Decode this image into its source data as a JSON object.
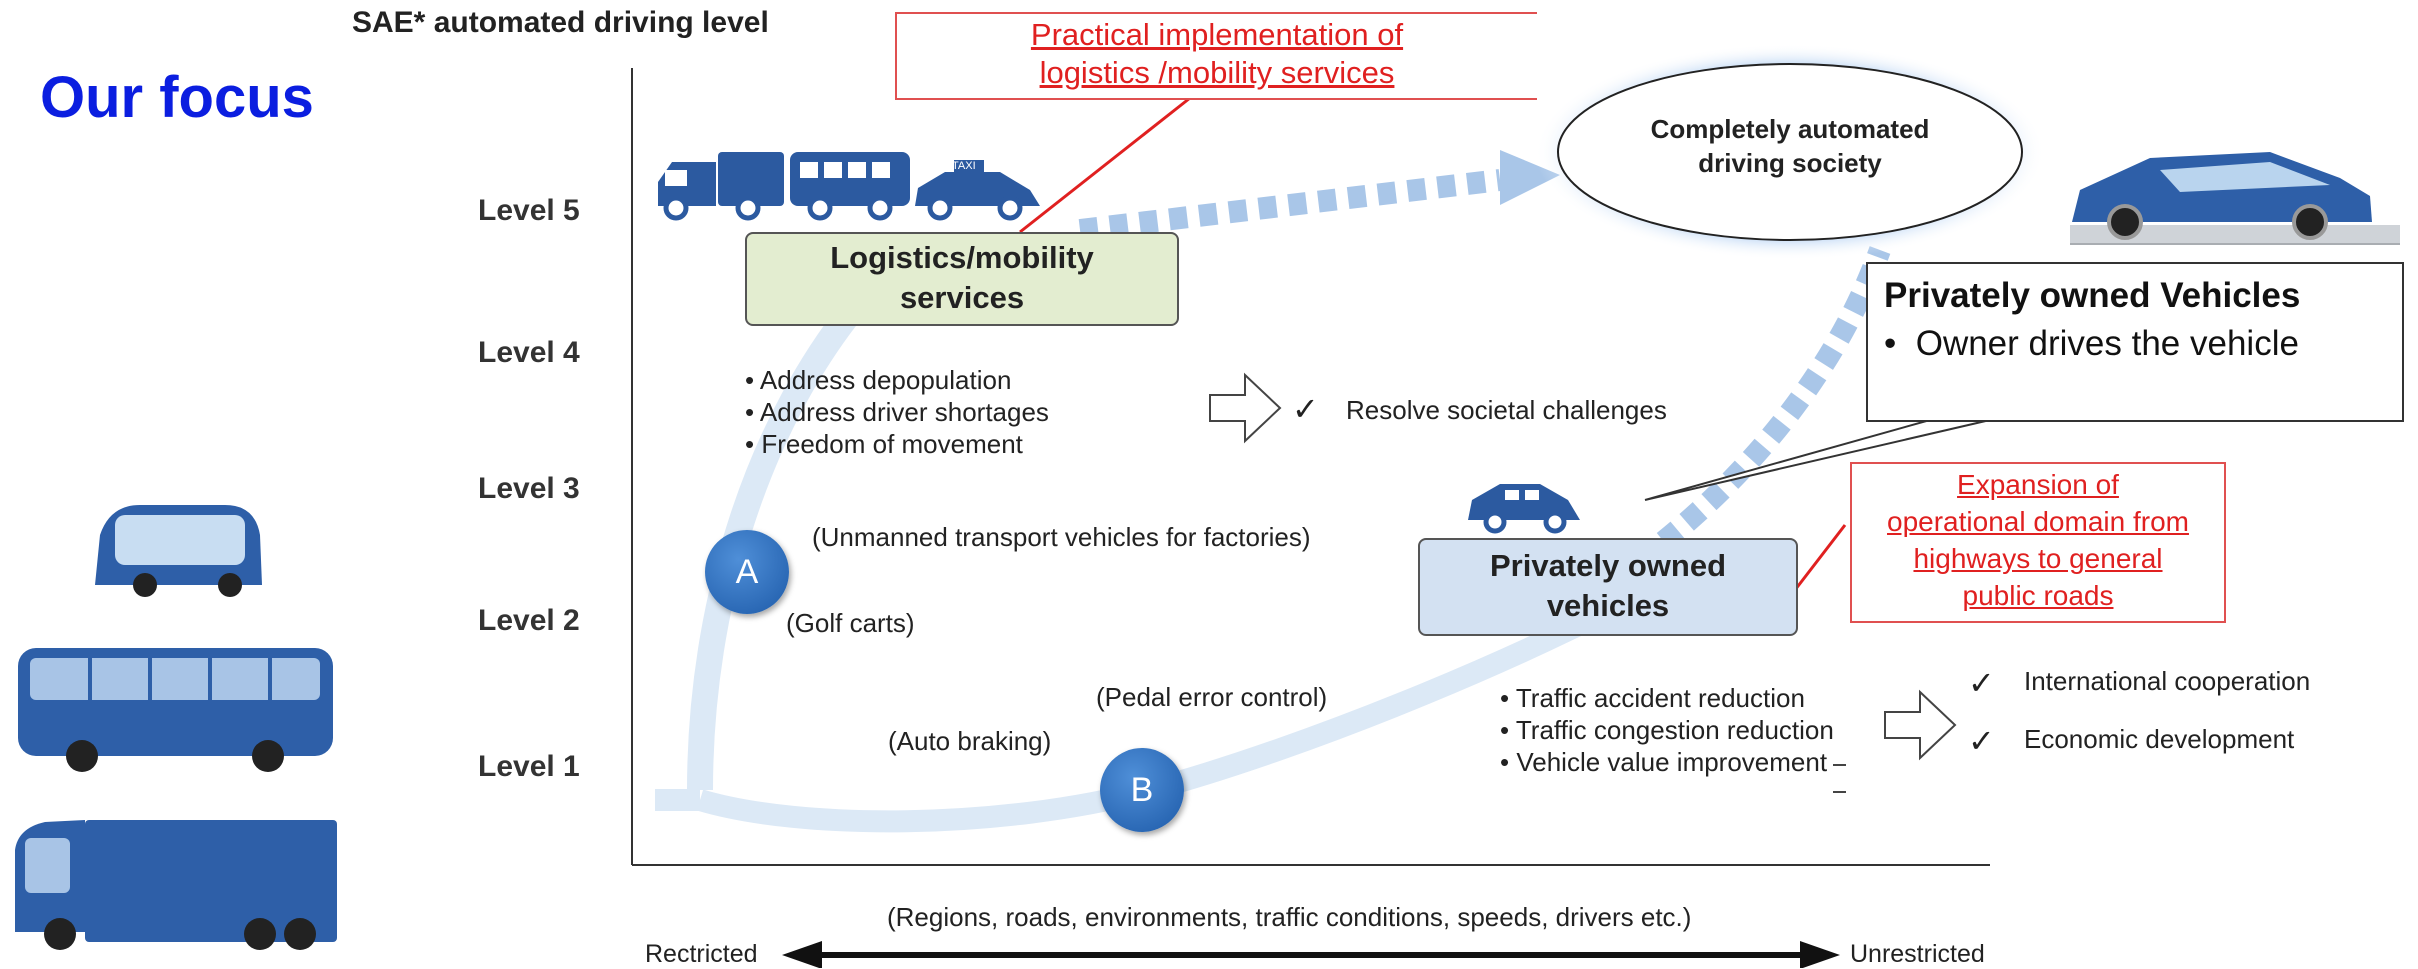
{
  "header": {
    "focus_label": "Our focus",
    "yaxis_title": "SAE* automated driving level"
  },
  "levels": [
    "Level 5",
    "Level 4",
    "Level 3",
    "Level 2",
    "Level 1"
  ],
  "top_callout": {
    "line1": "Practical implementation of",
    "line2": "logistics /mobility services"
  },
  "society_ellipse": {
    "line1": "Completely automated",
    "line2": "driving society"
  },
  "logistics_box": {
    "line1": "Logistics/mobility",
    "line2": "services"
  },
  "logistics_bullets": [
    "Address depopulation",
    "Address driver shortages",
    "Freedom of movement"
  ],
  "resolve_text": "Resolve societal challenges",
  "private_callout": {
    "title": "Privately owned Vehicles",
    "bullet": "Owner drives the vehicle"
  },
  "private_box": {
    "line1": "Privately owned",
    "line2": "vehicles"
  },
  "expansion_callout": {
    "line1": "Expansion of",
    "line2": "operational domain from",
    "line3": "highways to general",
    "line4": "public roads"
  },
  "circle_a": "A",
  "circle_b": "B",
  "annotations": {
    "unmanned": "(Unmanned transport vehicles for factories)",
    "golf": "(Golf carts)",
    "pedal": "(Pedal error control)",
    "braking": "(Auto braking)"
  },
  "private_bullets": [
    "Traffic accident reduction",
    "Traffic congestion reduction",
    "Vehicle value improvement"
  ],
  "outcomes": [
    "International cooperation",
    "Economic development"
  ],
  "check_mark": "✓",
  "bullet_char": "•",
  "taxi_sign": "TAXI",
  "xaxis": {
    "conditions": "(Regions, roads, environments, traffic conditions, speeds, drivers etc.)",
    "left": "Rectricted",
    "right": "Unrestricted"
  },
  "colors": {
    "vehicle_blue": "#2c5aa0",
    "focus_blue": "#0b1ee0",
    "callout_red": "#e02020",
    "green_box": "#e3edd0",
    "blue_box": "#d3e1f2"
  }
}
